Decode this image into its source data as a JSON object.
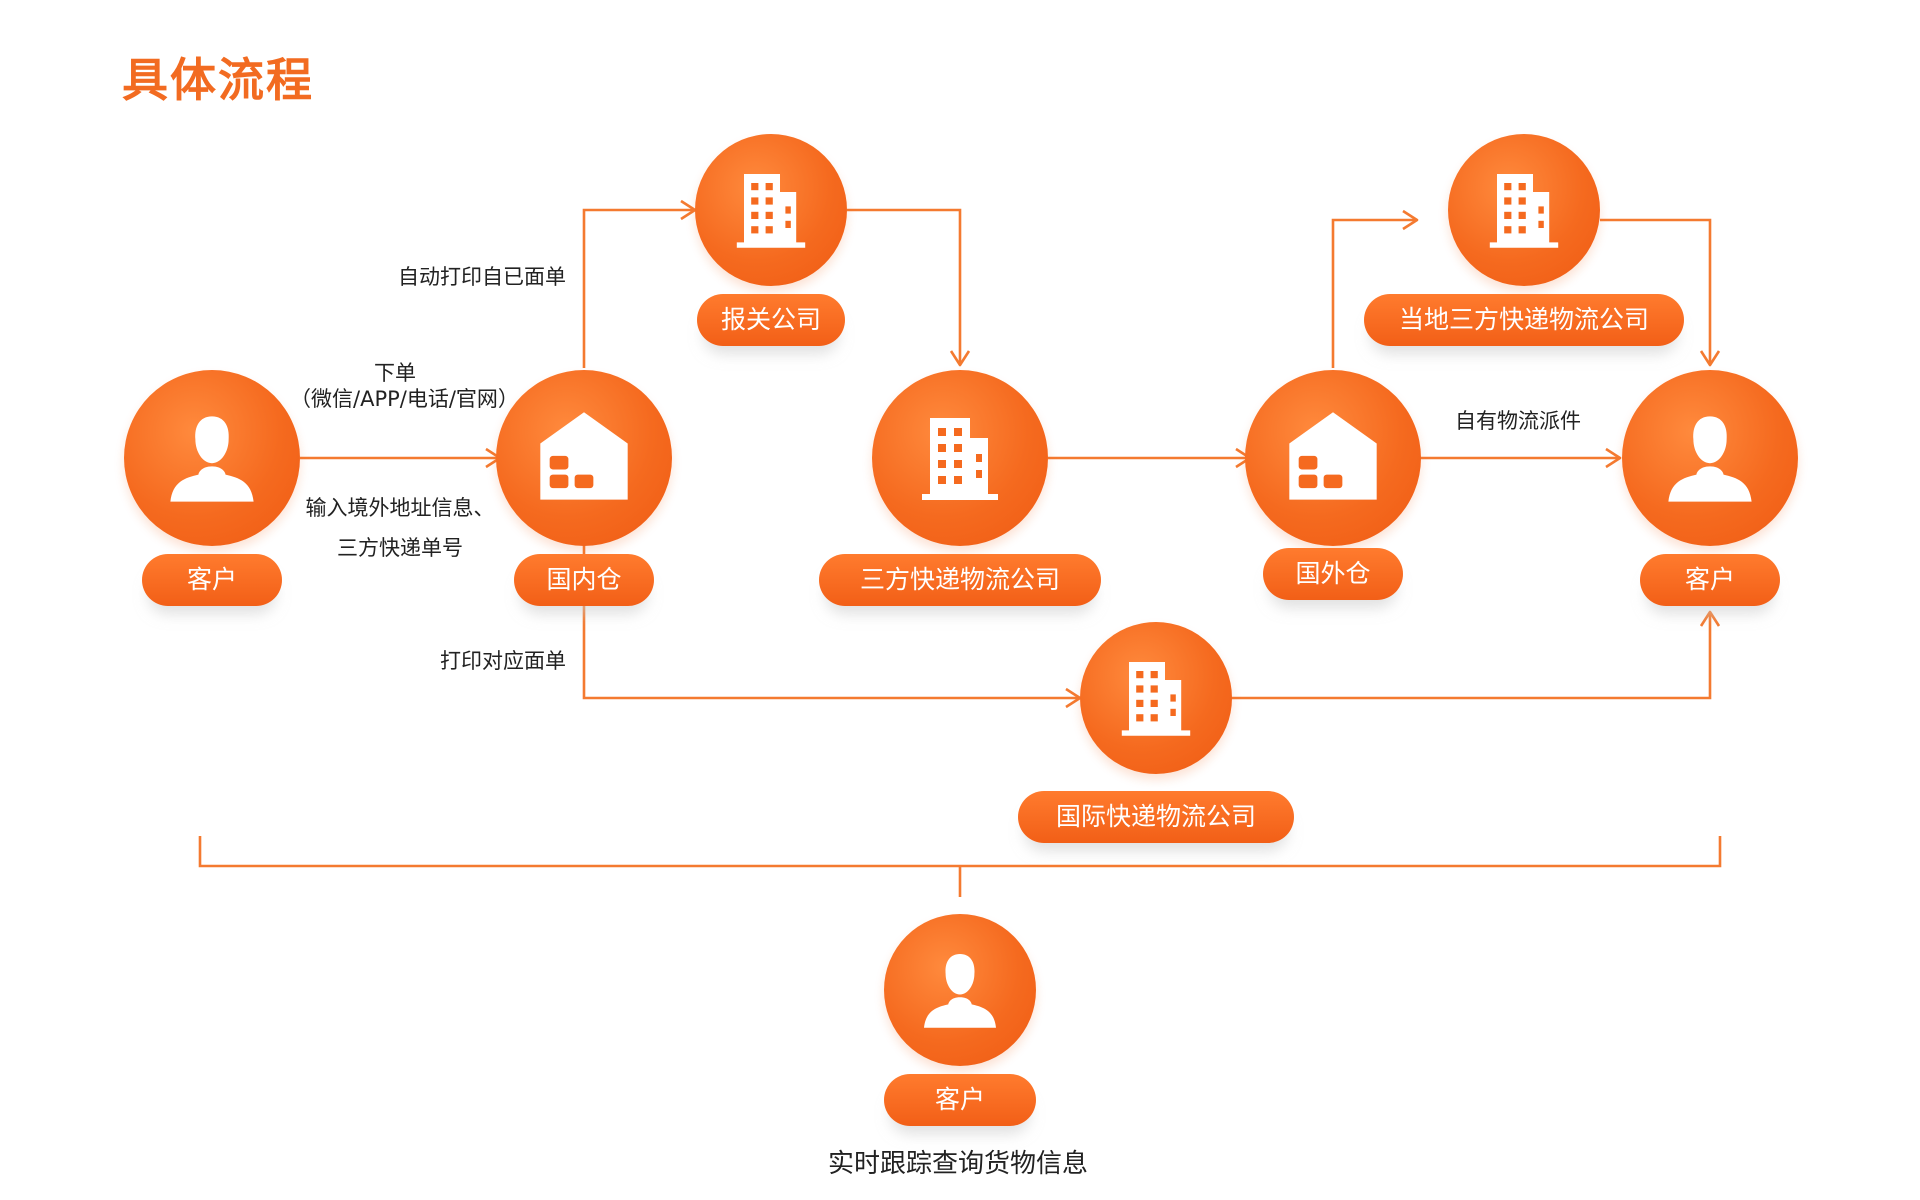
{
  "title": "具体流程",
  "nodes": {
    "customer_start": {
      "label": "客户",
      "icon": "person-icon"
    },
    "domestic_warehouse": {
      "label": "国内仓",
      "icon": "warehouse-icon"
    },
    "customs_company": {
      "label": "报关公司",
      "icon": "building-icon"
    },
    "third_party_logistics": {
      "label": "三方快递物流公司",
      "icon": "building-icon"
    },
    "overseas_warehouse": {
      "label": "国外仓",
      "icon": "warehouse-icon"
    },
    "local_third_party": {
      "label": "当地三方快递物流公司",
      "icon": "building-icon"
    },
    "customer_end": {
      "label": "客户",
      "icon": "person-icon"
    },
    "intl_express": {
      "label": "国际快递物流公司",
      "icon": "building-icon"
    },
    "customer_tracking": {
      "label": "客户",
      "icon": "person-icon"
    }
  },
  "edge_labels": {
    "order_line1": "下单",
    "order_line2": "（微信/APP/电话/官网）",
    "address_line1": "输入境外地址信息、",
    "address_line2": "三方快递单号",
    "auto_print": "自动打印自已面单",
    "print_matching": "打印对应面单",
    "own_delivery": "自有物流派件"
  },
  "tracking_caption": "实时跟踪查询货物信息",
  "colors": {
    "accent": "#f26b21",
    "line": "#f47a30",
    "text": "#222222"
  }
}
